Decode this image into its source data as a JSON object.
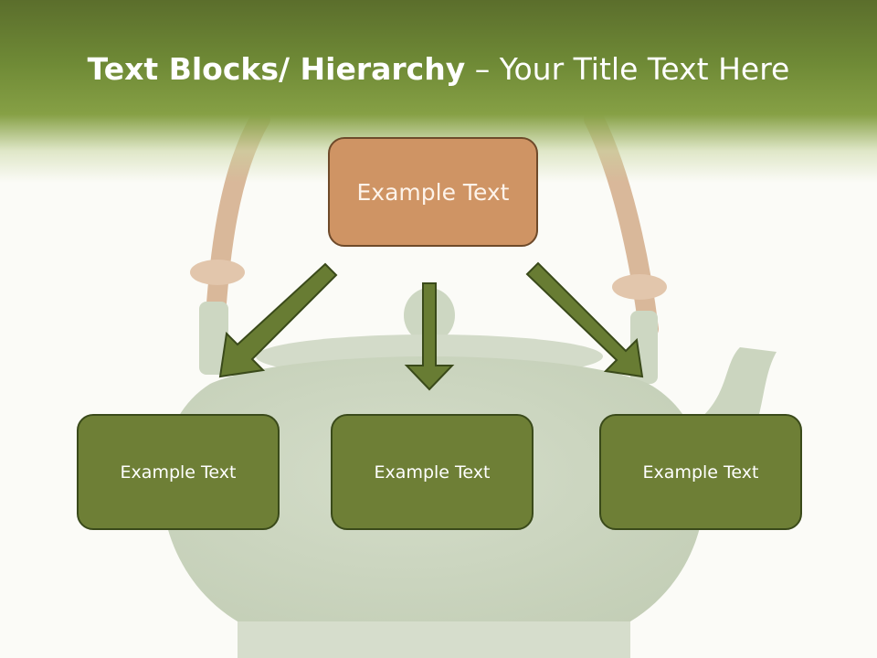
{
  "slide": {
    "title_bold": "Text Blocks/ Hierarchy",
    "title_rest": " – Your Title Text Here"
  },
  "diagram": {
    "root": {
      "label": "Example Text"
    },
    "children": [
      {
        "label": "Example Text"
      },
      {
        "label": "Example Text"
      },
      {
        "label": "Example Text"
      }
    ]
  },
  "colors": {
    "header_green": "#6f8a36",
    "root_fill": "#cf9464",
    "child_fill": "#6e7f36",
    "arrow_fill": "#687c33",
    "outline": "#3a4a1a"
  }
}
